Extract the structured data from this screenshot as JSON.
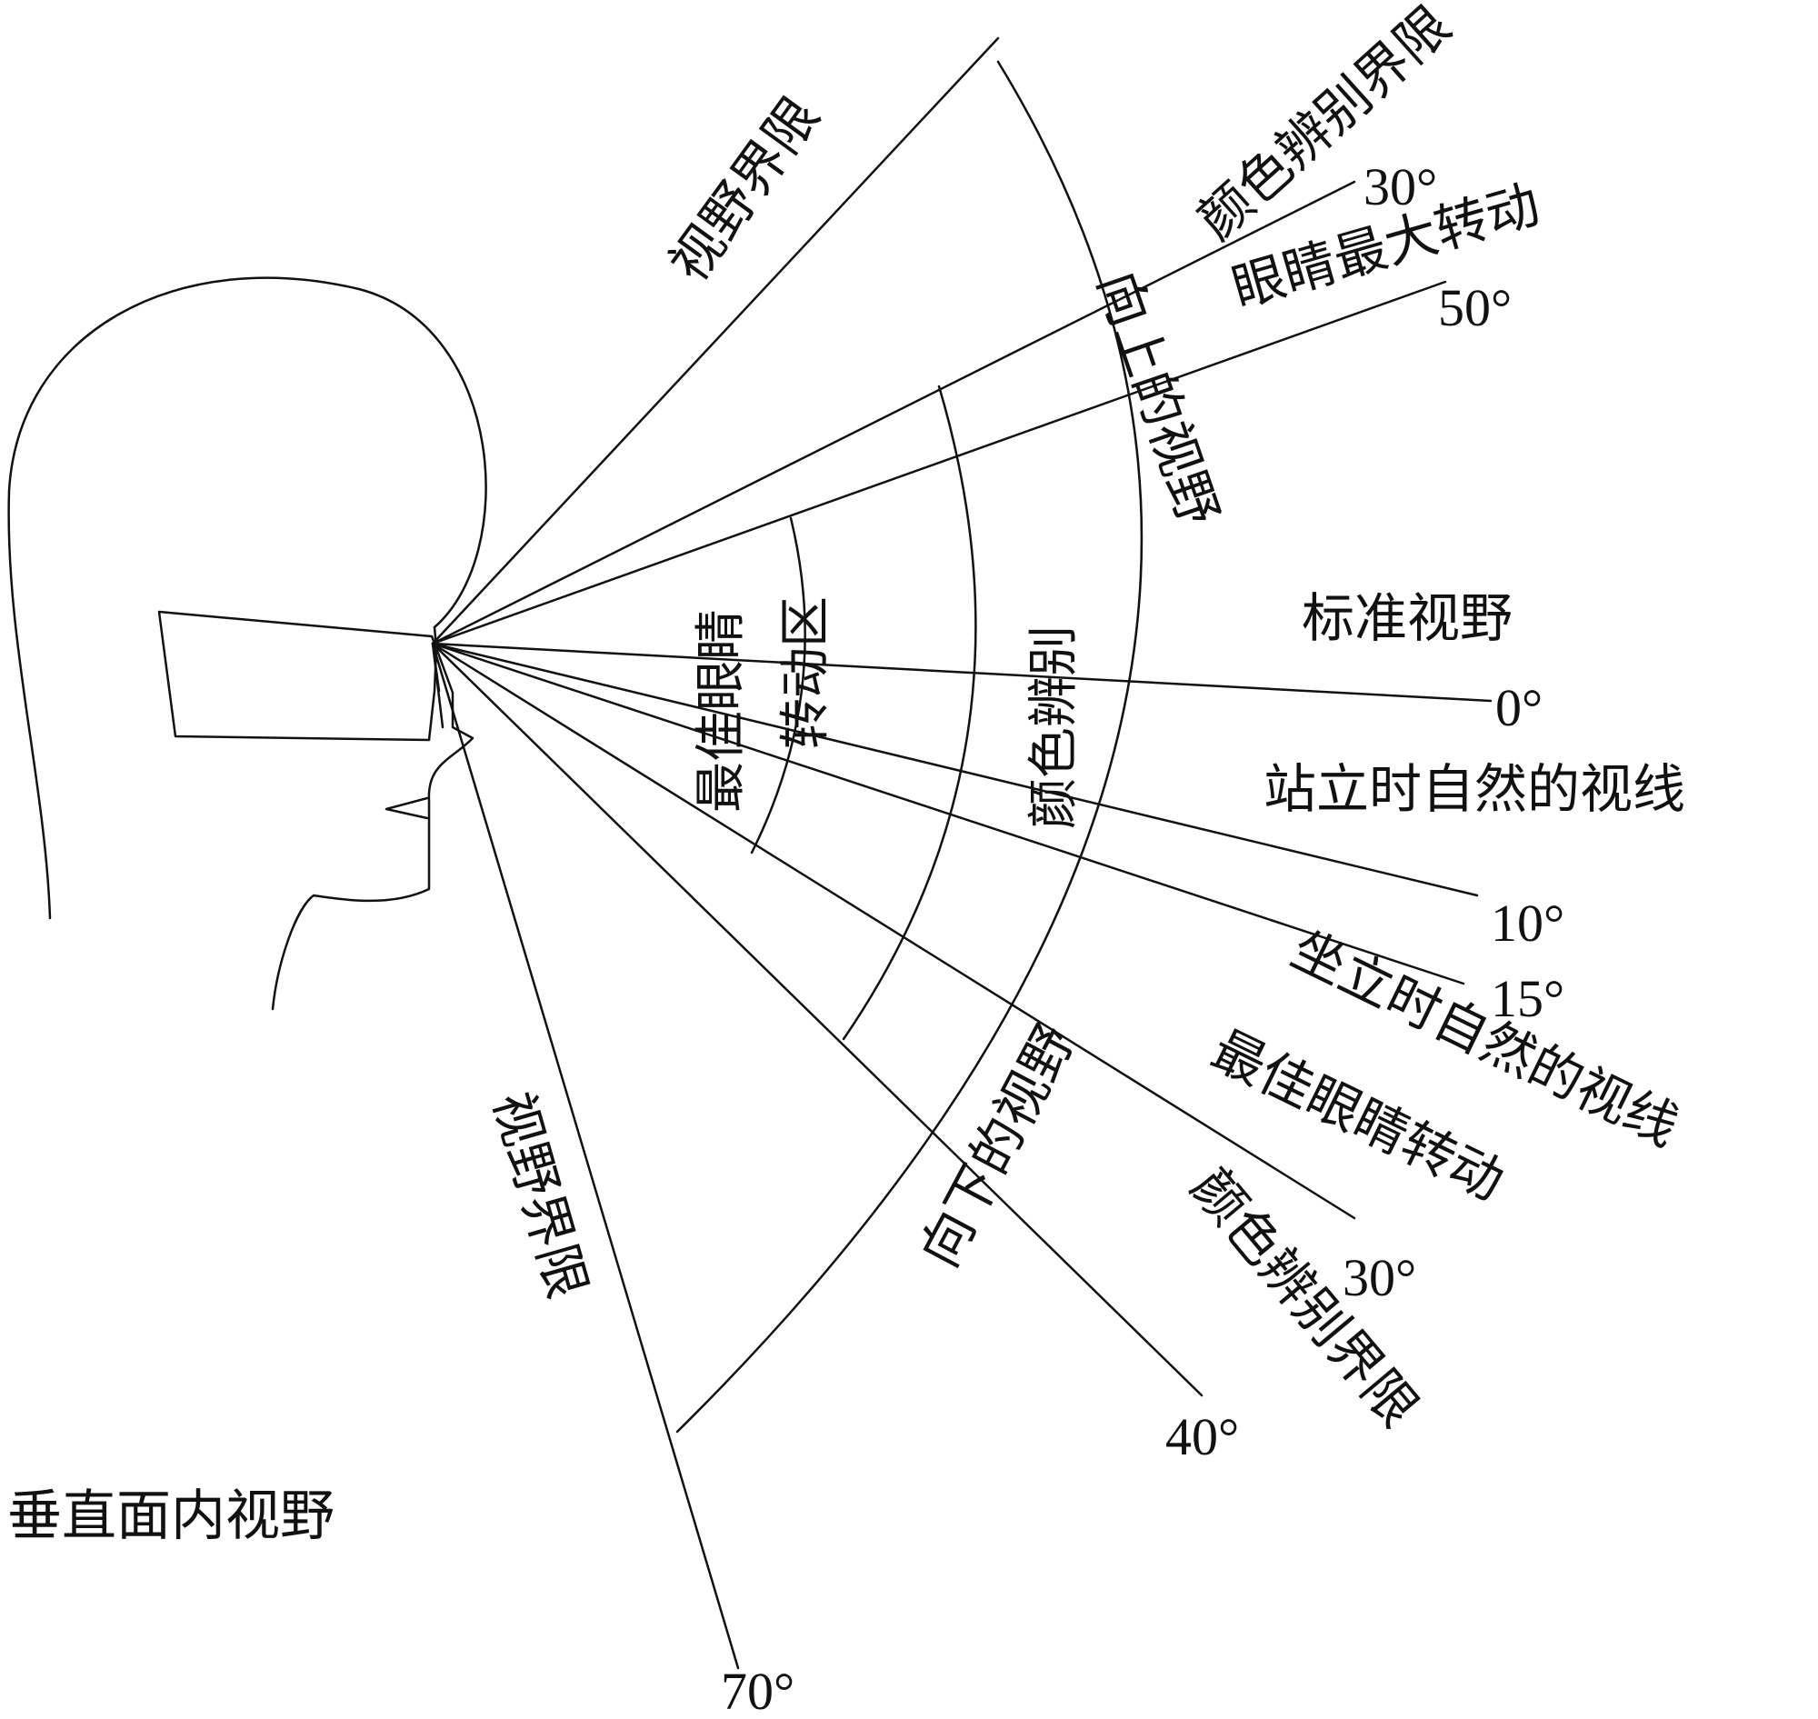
{
  "title": "垂直面内视野",
  "colors": {
    "line": "#111111",
    "background": "#ffffff"
  },
  "angles": {
    "up_30": "30°",
    "up_50": "50°",
    "zero": "0°",
    "down_10": "10°",
    "down_15": "15°",
    "down_30": "30°",
    "down_40": "40°",
    "down_70": "70°"
  },
  "labels": {
    "field_limit_upper": "视野界限",
    "color_limit_upper": "颜色辨别界限",
    "eye_max_rotation": "眼睛最大转动",
    "upward_field": "向上的视野",
    "standard_sightline": "标准视野",
    "optimal_eye_rotation_zone_line1": "最佳眼睛",
    "optimal_eye_rotation_zone_line2": "转动区",
    "color_discrimination": "颜色辨别",
    "standing_natural_sightline": "站立时自然的视线",
    "sitting_natural_sightline": "坐立时自然的视线",
    "optimal_eye_rotation": "最佳眼睛转动",
    "downward_field": "向下的视野",
    "color_limit_lower": "颜色辨别界限",
    "field_limit_lower": "视野界限"
  }
}
